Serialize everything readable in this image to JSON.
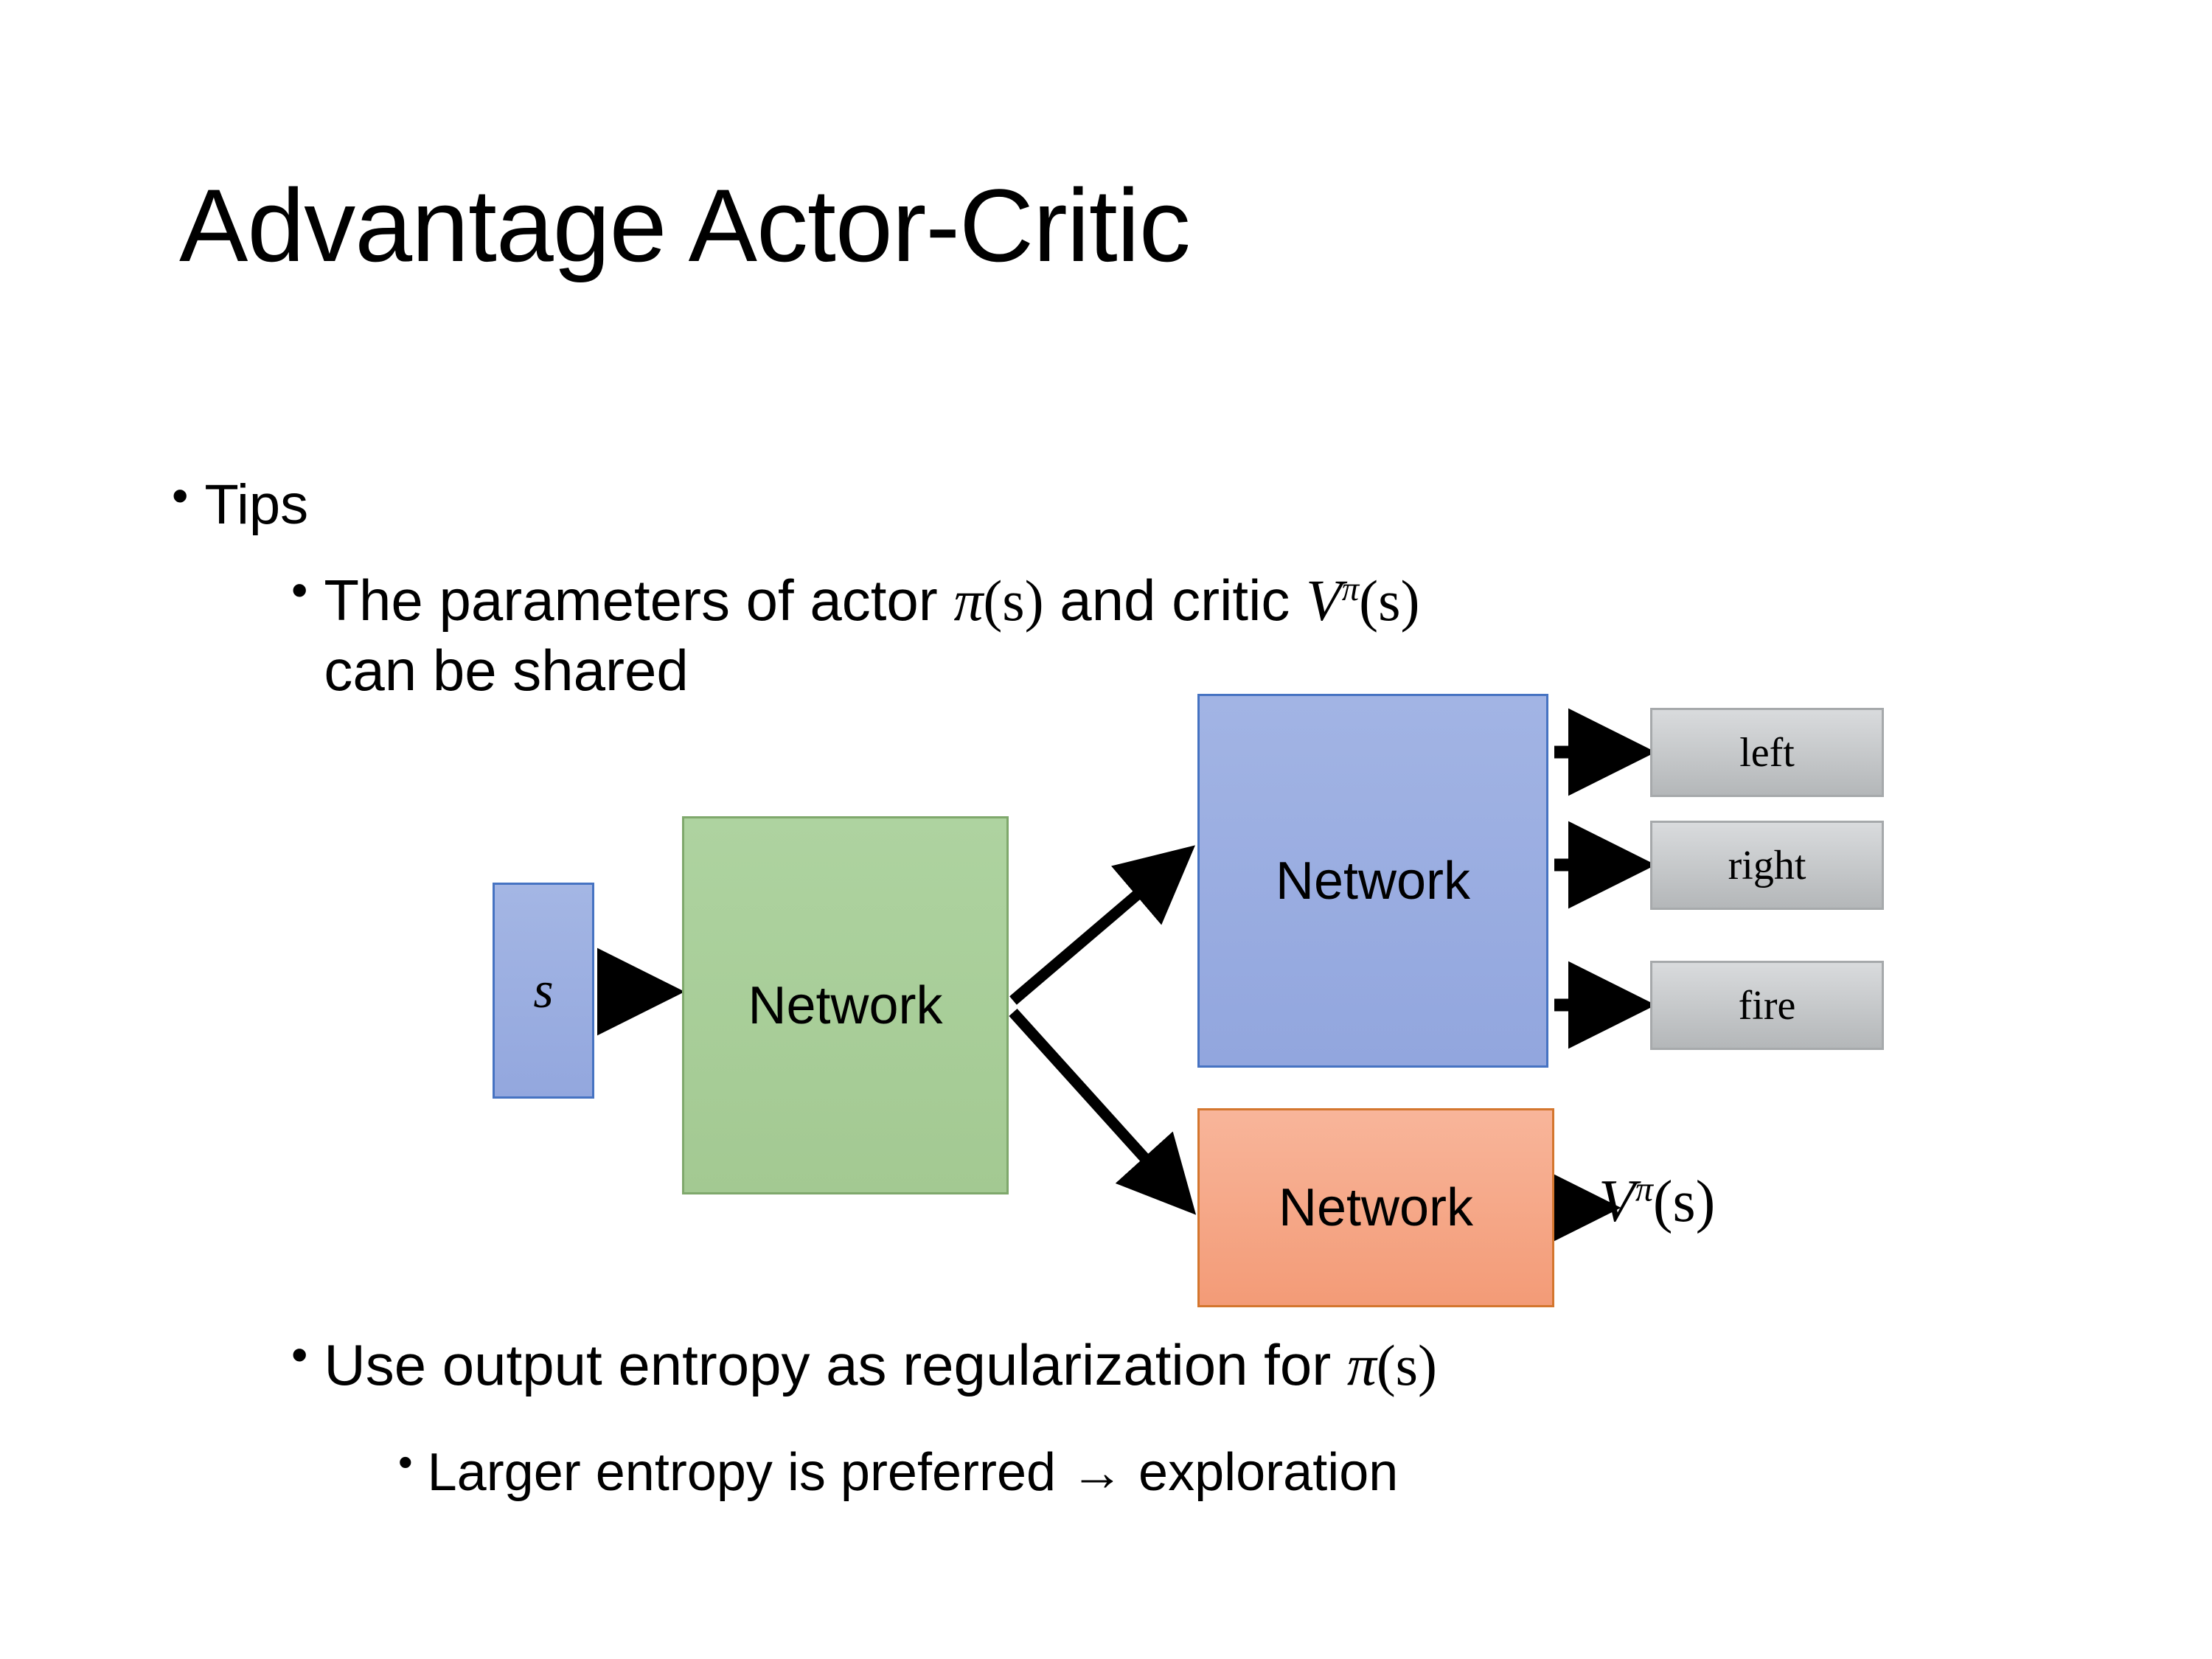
{
  "slide": {
    "title": "Advantage Actor-Critic",
    "background_color": "#ffffff"
  },
  "bullets": {
    "tips": {
      "marker": "•",
      "text": "Tips"
    },
    "parameters": {
      "marker": "•",
      "line1_a": "The parameters of actor ",
      "math_pi": "π",
      "math_pi_args": "(s)",
      "line1_b": "  and critic ",
      "math_v": "V",
      "math_v_sup": "π",
      "math_v_args": "(s)",
      "line2": "can be shared"
    },
    "entropy": {
      "marker": "•",
      "text_a": "Use output entropy as regularization for ",
      "math_pi": "π",
      "math_pi_args": "(s)"
    },
    "larger_entropy": {
      "marker": "•",
      "text": "Larger entropy is preferred → exploration"
    }
  },
  "diagram": {
    "state_node": {
      "label": "s",
      "fill": "#9BADE1",
      "border": "#4673C2"
    },
    "shared_network": {
      "label": "Network",
      "fill": "#A8CE98",
      "border": "#7FA86C"
    },
    "actor_network": {
      "label": "Network",
      "fill": "#9BADE1",
      "border": "#4673C2"
    },
    "critic_network": {
      "label": "Network",
      "fill": "#F5A585",
      "border": "#D4762E"
    },
    "actions": [
      {
        "label": "left"
      },
      {
        "label": "right"
      },
      {
        "label": "fire"
      }
    ],
    "critic_output": {
      "symbol": "V",
      "superscript": "π",
      "args": "(s)"
    },
    "action_box_fill_top": "#D9DBDD",
    "action_box_fill_bottom": "#B4B7B9",
    "action_box_border": "#A6A9AB",
    "arrow_color": "#000000"
  }
}
